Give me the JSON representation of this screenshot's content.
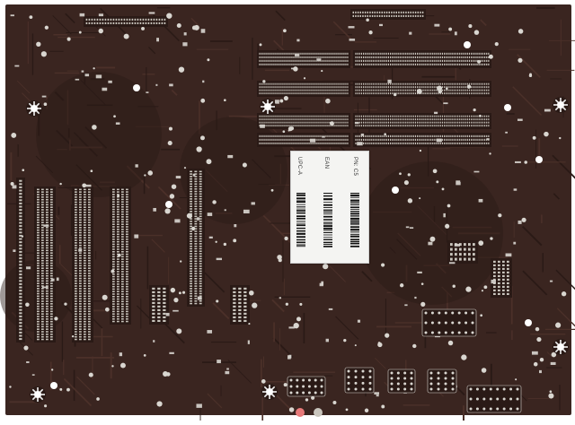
{
  "photo": {
    "subject": "motherboard-back",
    "colors": {
      "background": "#ffffff",
      "pcb": "#3a2520",
      "pcb_dark": "#2a1a16",
      "trace": "#4b3029",
      "pad": "#d9d6d0",
      "slot_pins": "#c9c5bd",
      "sticker": "#f4f4f2"
    }
  },
  "sticker": {
    "upc_label": "UPC-A",
    "ean_label": "EAN",
    "pn_label": "PN: C5"
  }
}
